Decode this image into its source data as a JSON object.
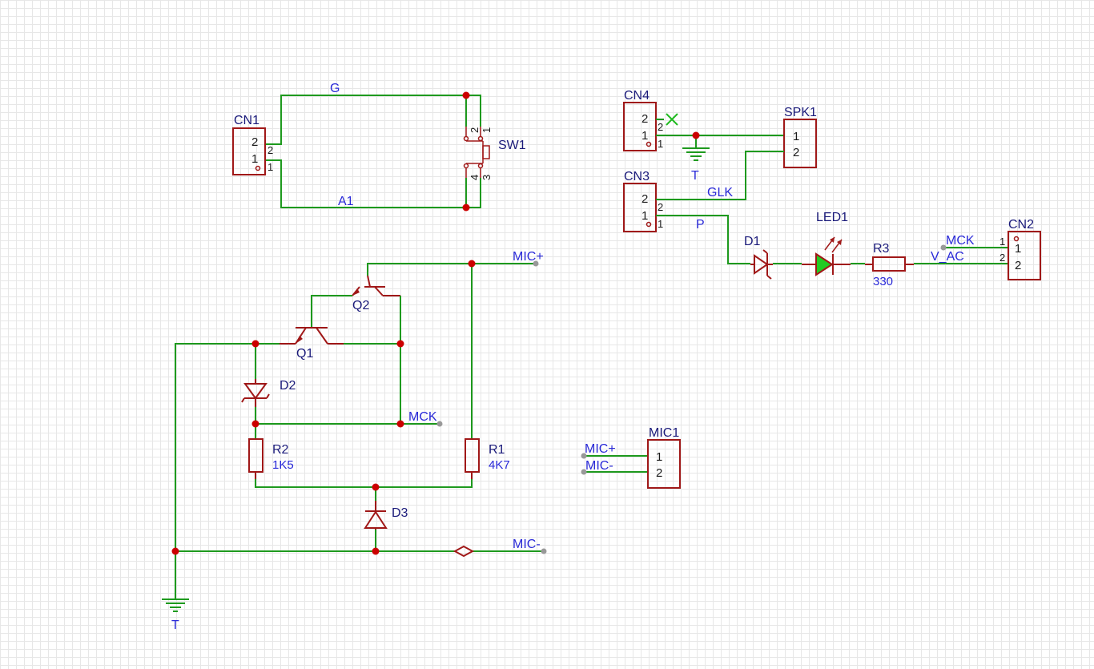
{
  "components": {
    "cn1": {
      "ref": "CN1",
      "pins": [
        "2",
        "1"
      ],
      "pin_numbers": [
        "2",
        "1"
      ]
    },
    "sw1": {
      "ref": "SW1",
      "pin_numbers": [
        "2",
        "1",
        "4",
        "3"
      ]
    },
    "cn4": {
      "ref": "CN4",
      "pins": [
        "2",
        "1"
      ],
      "pin_numbers": [
        "2",
        "1"
      ]
    },
    "spk1": {
      "ref": "SPK1",
      "pins": [
        "1",
        "2"
      ]
    },
    "cn3": {
      "ref": "CN3",
      "pins": [
        "2",
        "1"
      ],
      "pin_numbers": [
        "2",
        "1"
      ]
    },
    "d1": {
      "ref": "D1"
    },
    "led1": {
      "ref": "LED1",
      "color": "#22cc22"
    },
    "r3": {
      "ref": "R3",
      "value": "330"
    },
    "cn2": {
      "ref": "CN2",
      "pins": [
        "1",
        "2"
      ],
      "pin_numbers": [
        "1",
        "2"
      ]
    },
    "q1": {
      "ref": "Q1"
    },
    "q2": {
      "ref": "Q2"
    },
    "d2": {
      "ref": "D2"
    },
    "r2": {
      "ref": "R2",
      "value": "1K5"
    },
    "r1": {
      "ref": "R1",
      "value": "4K7"
    },
    "d3": {
      "ref": "D3"
    },
    "mic1": {
      "ref": "MIC1",
      "pins": [
        "1",
        "2"
      ]
    }
  },
  "nets": {
    "g": "G",
    "a1": "A1",
    "glk": "GLK",
    "p": "P",
    "mck": "MCK",
    "v_ac": "V_AC",
    "mic_plus": "MIC+",
    "mic_minus": "MIC-"
  },
  "ground_label": "T",
  "colors": {
    "wire": "#1e9a1e",
    "component": "#a01818",
    "junction": "#cc0000",
    "net_label": "#2a2ad8",
    "designator": "#1a1a7a"
  }
}
